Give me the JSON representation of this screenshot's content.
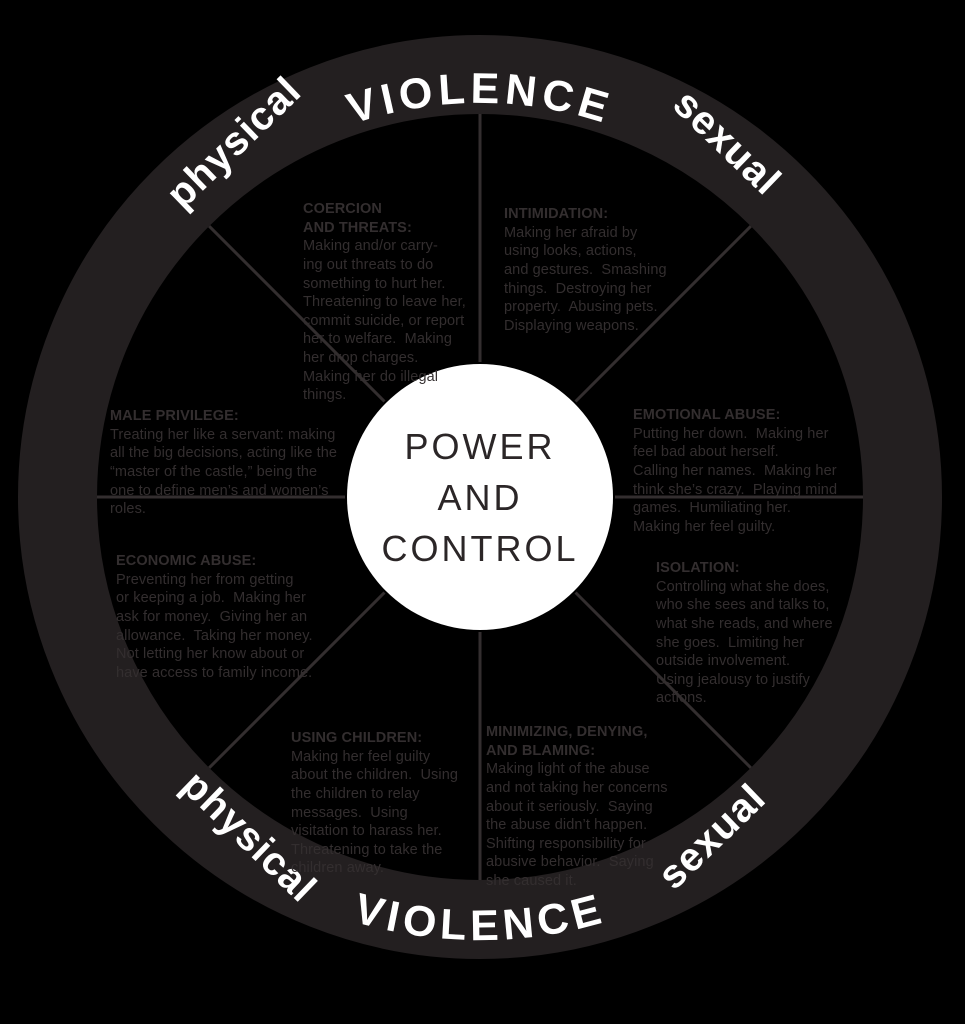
{
  "title": "Power and Control Wheel",
  "colors": {
    "background": "#000000",
    "ring": "#231f20",
    "spoke": "#332e2f",
    "segment_text": "#332e2f",
    "center_circle": "#ffffff",
    "center_text": "#2b2627",
    "ring_label": "#ffffff"
  },
  "ring": {
    "top_arc_label": "VIOLENCE",
    "bottom_arc_label": "VIOLENCE",
    "top_left_label": "physical",
    "top_right_label": "sexual",
    "bottom_left_label": "physical",
    "bottom_right_label": "sexual"
  },
  "center": {
    "lines": [
      "POWER",
      "AND",
      "CONTROL"
    ]
  },
  "segments": [
    {
      "id": "coercion-threats",
      "title": "COERCION\nAND THREATS:",
      "body": "Making and/or carry-\ning out threats to do\nsomething to hurt her.\nThreatening to leave her,\ncommit suicide, or report\nher to welfare.  Making\nher drop charges.\nMaking her do illegal\nthings."
    },
    {
      "id": "intimidation",
      "title": "INTIMIDATION:",
      "body": "Making her afraid by\nusing looks, actions,\nand gestures.  Smashing\nthings.  Destroying her\nproperty.  Abusing pets.\nDisplaying weapons."
    },
    {
      "id": "emotional-abuse",
      "title": "EMOTIONAL ABUSE:",
      "body": "Putting her down.  Making her\nfeel bad about herself.\nCalling her names.  Making her\nthink she’s crazy.  Playing mind\ngames.  Humiliating her.\nMaking her feel guilty."
    },
    {
      "id": "isolation",
      "title": "ISOLATION:",
      "body": "Controlling what she does,\nwho she sees and talks to,\nwhat she reads, and where\nshe goes.  Limiting her\noutside involvement.\nUsing jealousy to justify\nactions."
    },
    {
      "id": "minimizing-denying-blaming",
      "title": "MINIMIZING, DENYING,\nAND BLAMING:",
      "body": "Making light of the abuse\nand not taking her concerns\nabout it seriously.  Saying\nthe abuse didn’t happen.\nShifting responsibility for\nabusive behavior.  Saying\nshe caused it."
    },
    {
      "id": "using-children",
      "title": "USING CHILDREN:",
      "body": "Making her feel guilty\nabout the children.  Using\nthe children to relay\nmessages.  Using\nvisitation to harass her.\nThreatening to take the\nchildren away."
    },
    {
      "id": "male-privilege",
      "title": "MALE PRIVILEGE:",
      "body": "Treating her like a servant: making\nall the big decisions, acting like the\n“master of the castle,” being the\none to define men’s and women’s\nroles."
    },
    {
      "id": "economic-abuse",
      "title": "ECONOMIC ABUSE:",
      "body": "Preventing her from getting\nor keeping a job.  Making her\nask for money.  Giving her an\nallowance.  Taking her money.\nNot letting her know about or\nhave access to family income."
    }
  ]
}
